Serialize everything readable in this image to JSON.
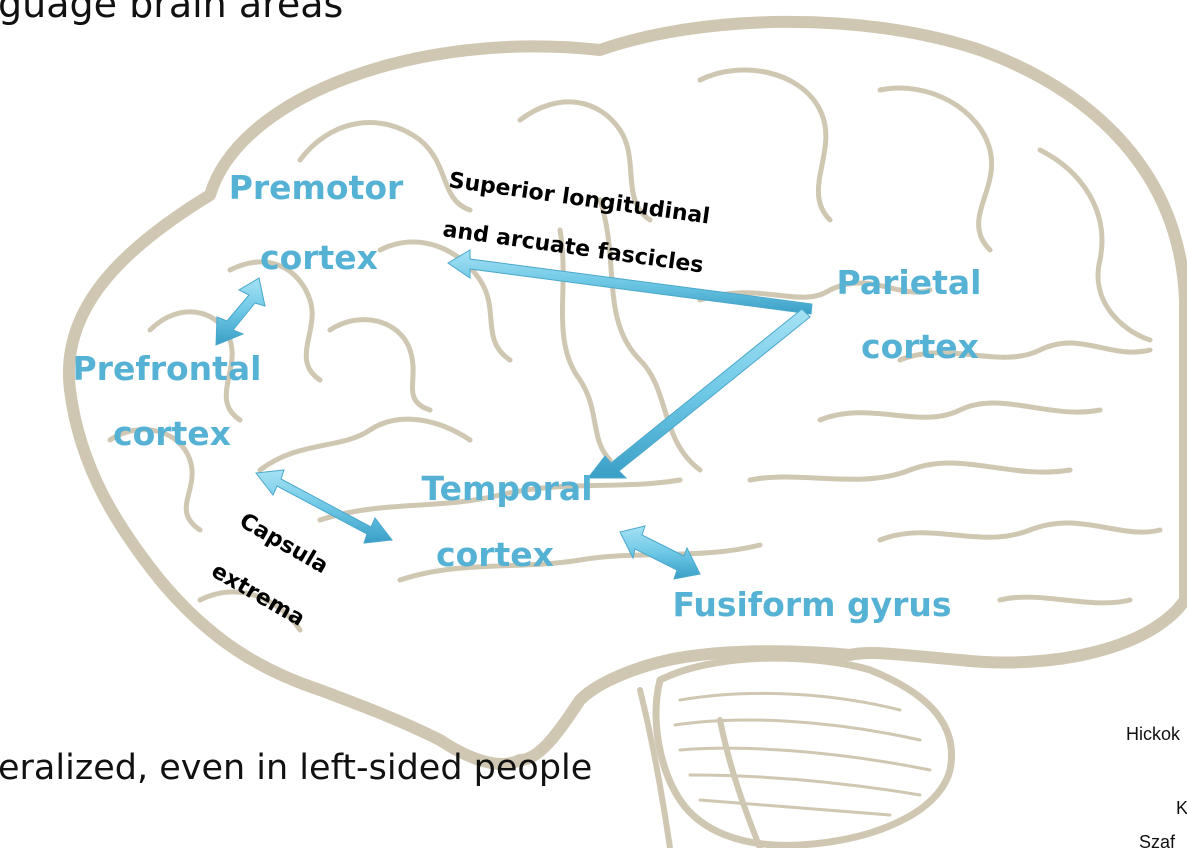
{
  "slide": {
    "title": "guage brain areas",
    "bullet": "eralized, even in left-sided people",
    "citations": [
      "Hickok",
      "K",
      "Szaf"
    ]
  },
  "regions": {
    "premotor": [
      "Premotor",
      "cortex"
    ],
    "prefrontal": [
      "Prefrontal",
      "cortex"
    ],
    "parietal": [
      "Parietal",
      "cortex"
    ],
    "temporal": [
      "Temporal",
      "cortex"
    ],
    "fusiform": "Fusiform gyrus"
  },
  "tracts": {
    "slf": [
      "Superior longitudinal",
      "and arcuate fascicles"
    ],
    "capsula": [
      "Capsula",
      "extrema"
    ]
  },
  "colors": {
    "region_text": "#55b2d4",
    "arrow_fill": "#6ec8e6",
    "brain_outline": "#cfc7b2",
    "tract_text": "#000000"
  }
}
